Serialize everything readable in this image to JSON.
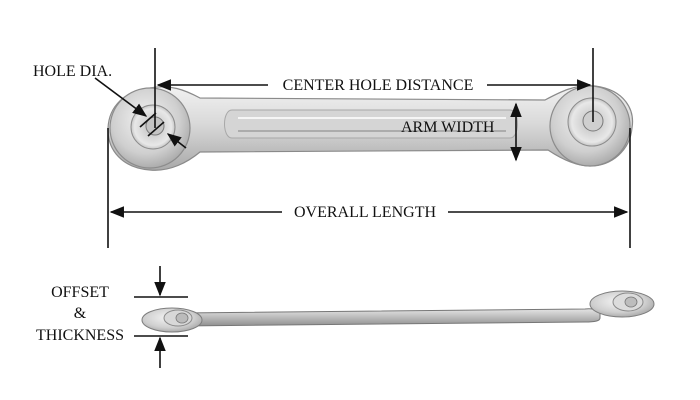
{
  "labels": {
    "hole_dia": "HOLE DIA.",
    "center_hole_distance": "CENTER HOLE DISTANCE",
    "arm_width": "ARM WIDTH",
    "overall_length": "OVERALL LENGTH",
    "offset": "OFFSET",
    "ampersand": "&",
    "thickness": "THICKNESS"
  },
  "colors": {
    "metal_light": "#e6e6e6",
    "metal_mid": "#c8c8c8",
    "metal_dark": "#8e8e8e",
    "dimension_line": "#111111"
  }
}
